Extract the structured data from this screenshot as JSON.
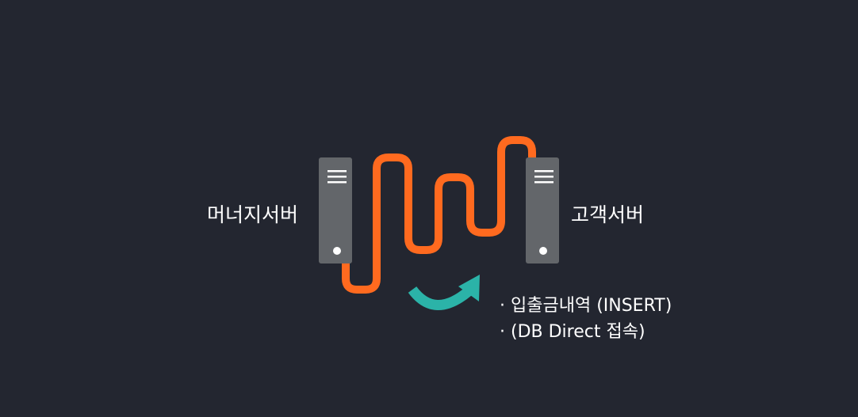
{
  "labels": {
    "left_server": "머너지서버",
    "right_server": "고객서버"
  },
  "notes": [
    {
      "bullet": "·",
      "text": "입출금내역 (INSERT)"
    },
    {
      "bullet": "·",
      "text": "(DB Direct 접속)"
    }
  ],
  "icons": {
    "left_server": "server-icon",
    "right_server": "server-icon",
    "connection": "wavy-cable",
    "flow": "curved-arrow"
  },
  "colors": {
    "background": "#232630",
    "server": "#63666a",
    "server_detail": "#ffffff",
    "cable": "#ff6a1f",
    "arrow": "#2bb3a8",
    "text": "#ffffff"
  }
}
